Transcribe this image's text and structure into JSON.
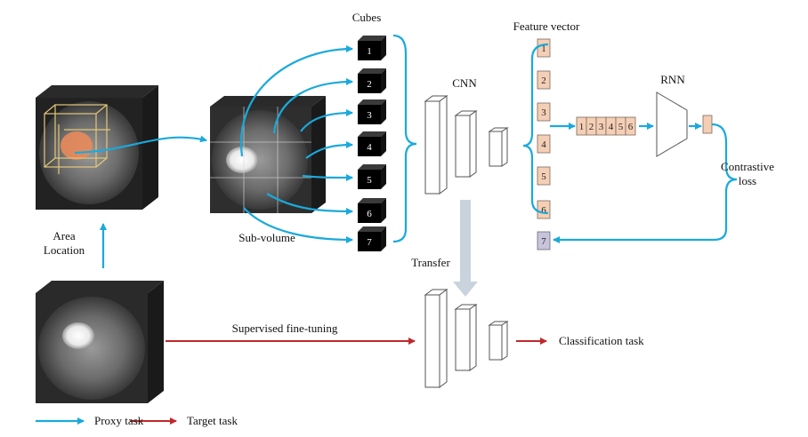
{
  "labels": {
    "cubes": "Cubes",
    "feature_vector": "Feature vector",
    "cnn": "CNN",
    "rnn": "RNN",
    "contrastive_loss_line1": "Contrastive",
    "contrastive_loss_line2": "loss",
    "area_location_line1": "Area",
    "area_location_line2": "Location",
    "sub_volume": "Sub-volume",
    "transfer": "Transfer",
    "supervised_fine_tuning": "Supervised fine-tuning",
    "classification_task": "Classification task"
  },
  "cubes": [
    "1",
    "2",
    "3",
    "4",
    "5",
    "6",
    "7"
  ],
  "feature_vector": [
    "1",
    "2",
    "3",
    "4",
    "5",
    "6"
  ],
  "target_feature": "7",
  "rnn_input": [
    "1",
    "2",
    "3",
    "4",
    "5",
    "6"
  ],
  "legend": {
    "proxy_task": "Proxy task",
    "target_task": "Target task"
  },
  "colors": {
    "proxy_arrow": "#1aa9dc",
    "target_arrow": "#c0282a",
    "feature_box": "#f5cfb5",
    "target_feature_box": "#c8c5da",
    "transfer_arrow": "#c9d3dd"
  }
}
